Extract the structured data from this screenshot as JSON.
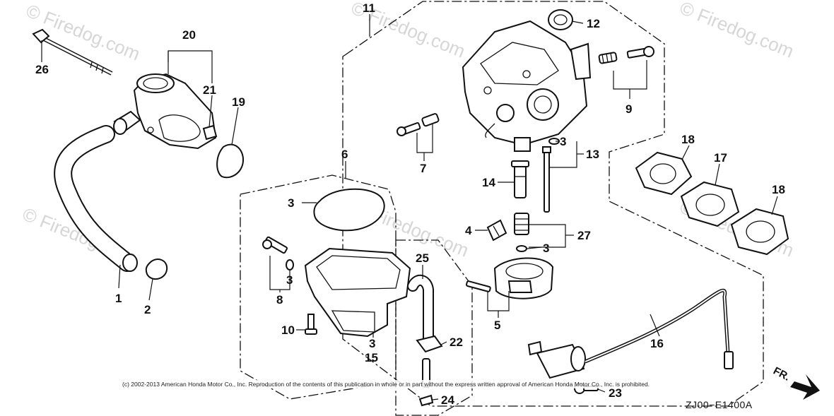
{
  "watermarks": [
    "© Firedog.com",
    "© Firedog.com",
    "© Firedog.com",
    "© Firedog.com",
    "© Firedog.com",
    "© Firedog.com"
  ],
  "callouts": {
    "p1": "1",
    "p2": "2",
    "p3a": "3",
    "p3b": "3",
    "p3c": "3",
    "p3d": "3",
    "p3e": "3",
    "p4": "4",
    "p5": "5",
    "p6": "6",
    "p7": "7",
    "p8": "8",
    "p9": "9",
    "p10": "10",
    "p11": "11",
    "p12": "12",
    "p13": "13",
    "p14": "14",
    "p15": "15",
    "p16": "16",
    "p17": "17",
    "p18a": "18",
    "p18b": "18",
    "p19": "19",
    "p20": "20",
    "p21": "21",
    "p22": "22",
    "p23": "23",
    "p24": "24",
    "p25": "25",
    "p26": "26",
    "p27": "27"
  },
  "copyright": "(c) 2002-2013 American Honda Motor Co., Inc. Reproduction of the contents of this publication in whole or in part without the express written approval of American Honda Motor Co., Inc. is prohibited.",
  "diagram_code": "ZJ00−E1400A",
  "direction_label": "FR."
}
